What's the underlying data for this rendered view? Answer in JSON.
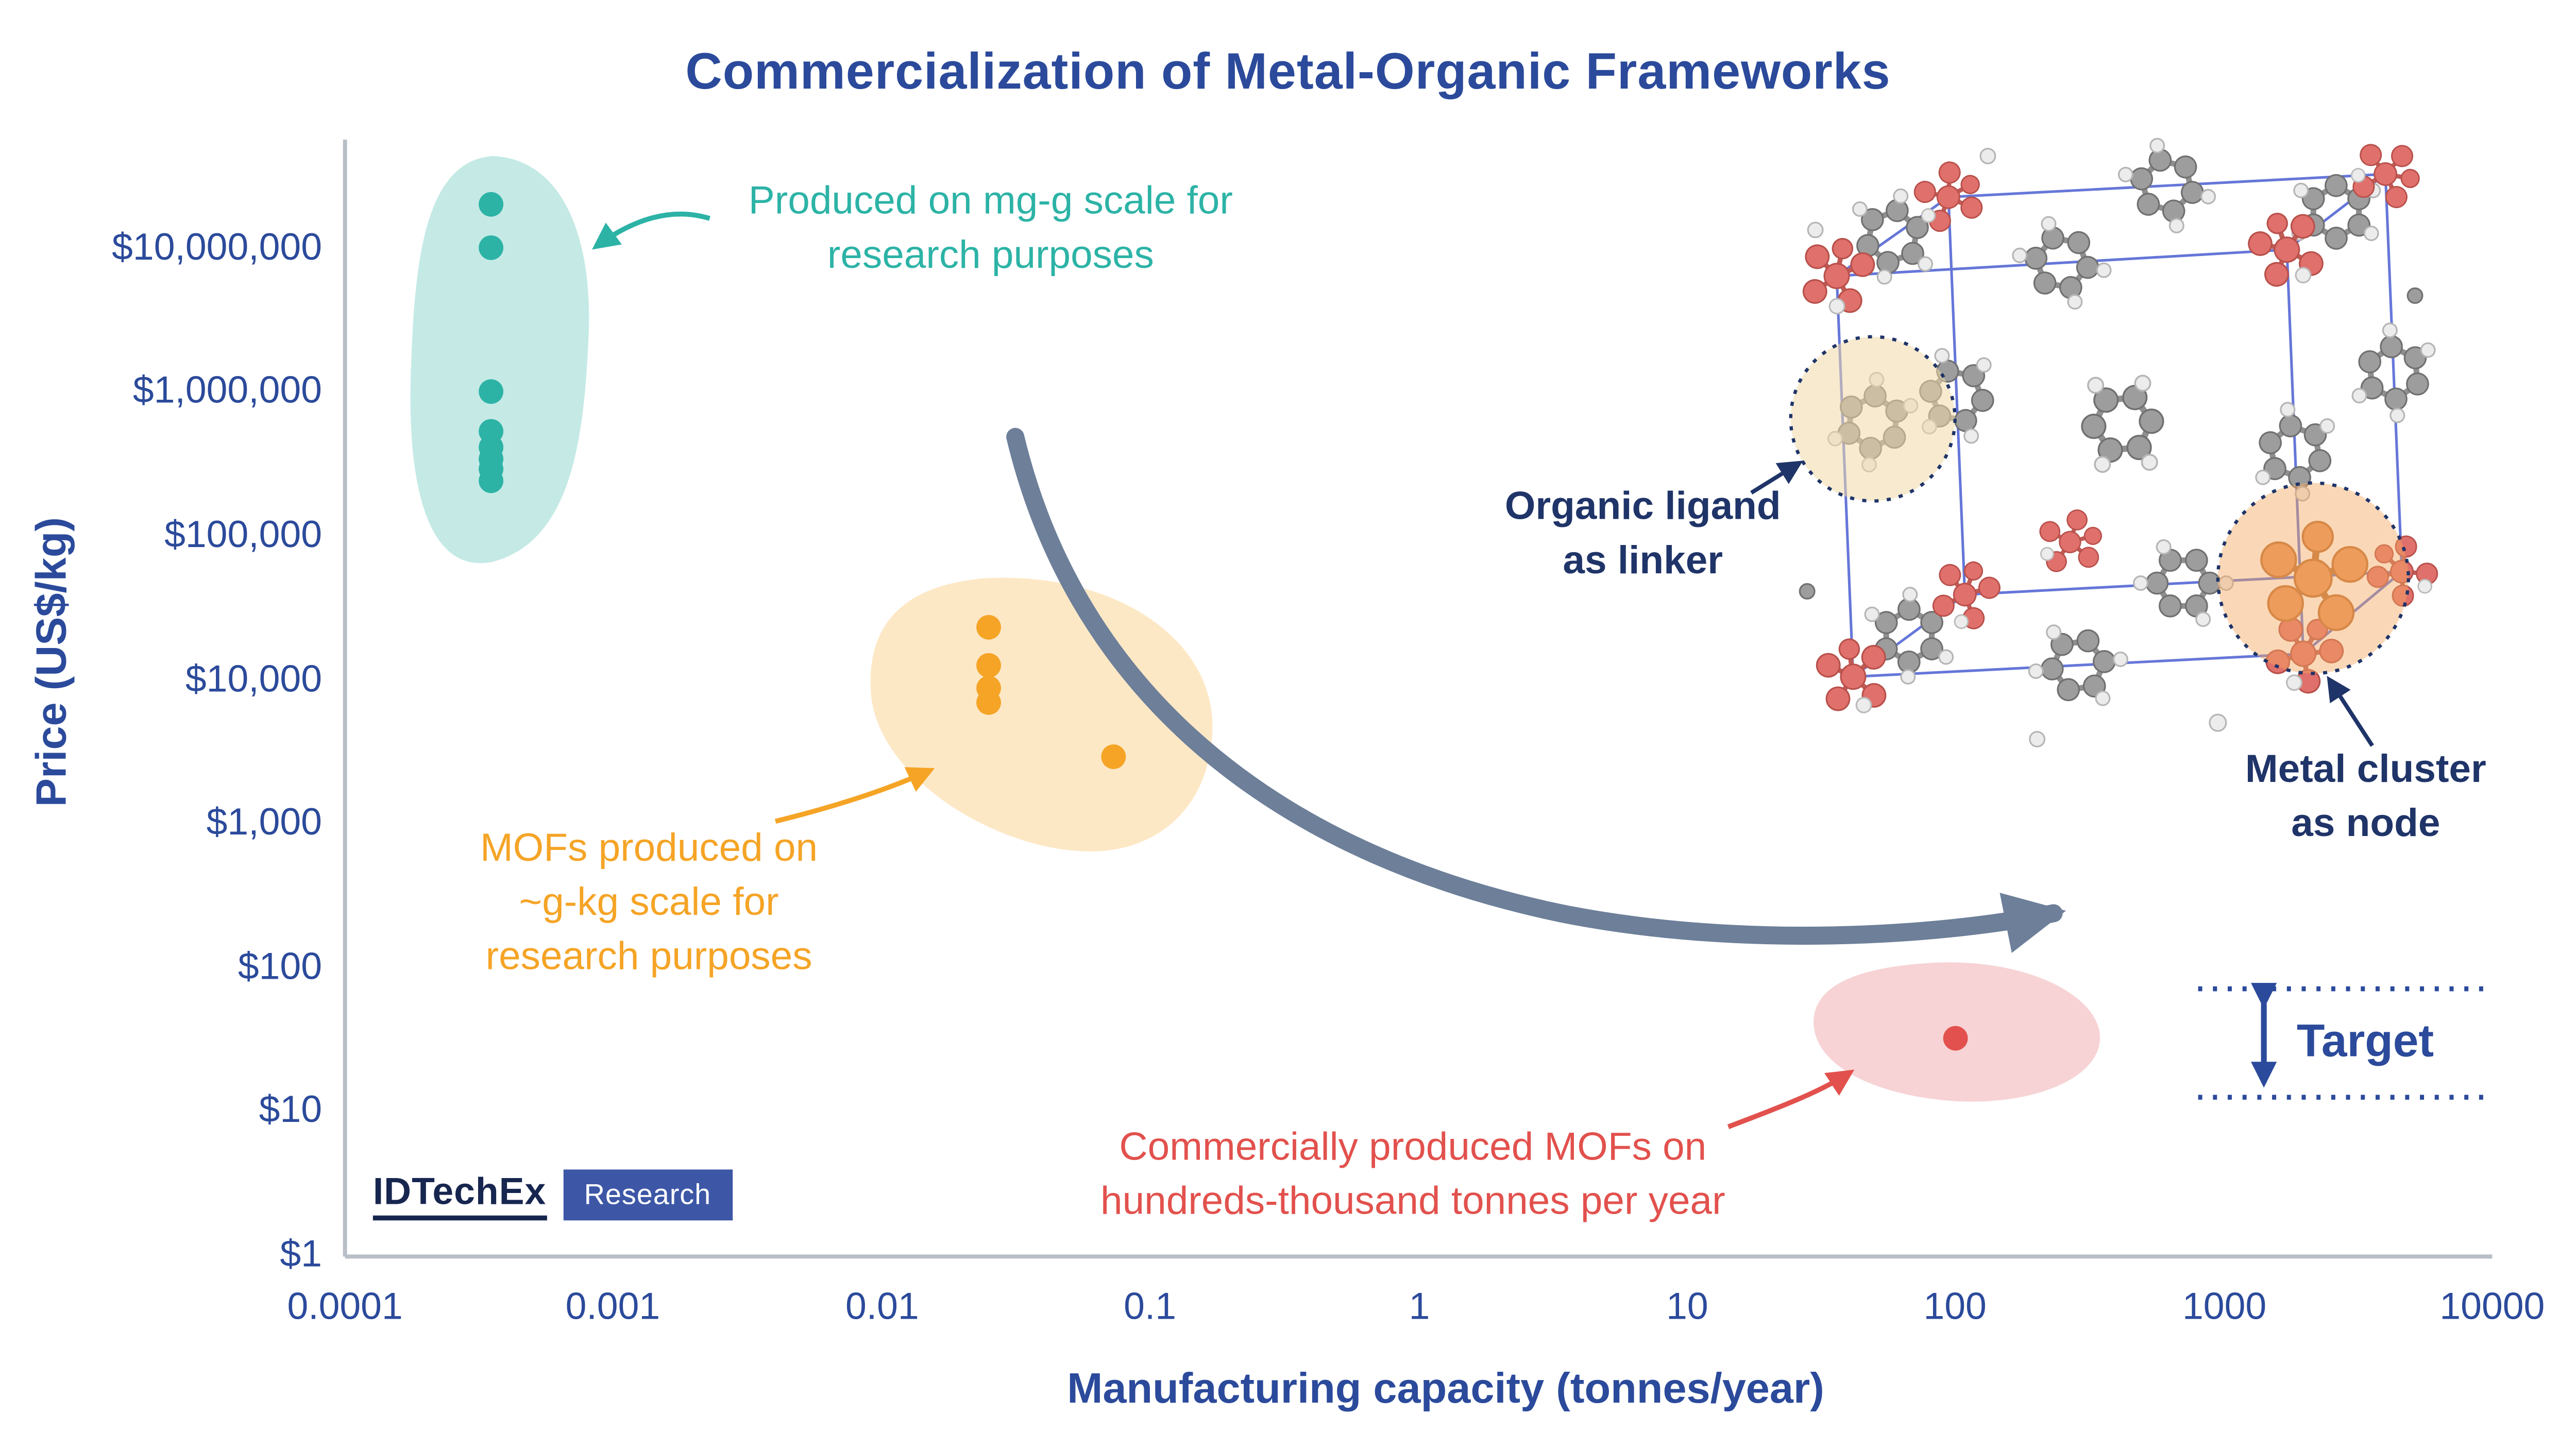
{
  "title": "Commercialization of Metal-Organic Frameworks",
  "chart_data": {
    "type": "scatter",
    "title": "Commercialization of Metal-Organic Frameworks",
    "xlabel": "Manufacturing capacity (tonnes/year)",
    "ylabel": "Price (US$/kg)",
    "x_scale": "log",
    "y_scale": "log",
    "xlim": [
      0.0001,
      10000
    ],
    "ylim": [
      1,
      50000000
    ],
    "grid": false,
    "x_ticks": [
      "0.0001",
      "0.001",
      "0.01",
      "0.1",
      "1",
      "10",
      "100",
      "1000",
      "10000"
    ],
    "y_ticks": [
      "$10,000,000",
      "$1,000,000",
      "$100,000",
      "$10,000",
      "$1,000",
      "$100",
      "$10",
      "$1"
    ],
    "series": [
      {
        "name": "Produced on mg-g scale for research purposes",
        "color": "#2cb3a6",
        "points": [
          [
            0.00035,
            20000000
          ],
          [
            0.00035,
            10000000
          ],
          [
            0.00035,
            1000000
          ],
          [
            0.00035,
            530000
          ],
          [
            0.00035,
            410000
          ],
          [
            0.00035,
            340000
          ],
          [
            0.00035,
            290000
          ],
          [
            0.00035,
            240000
          ]
        ]
      },
      {
        "name": "MOFs produced on ~g-kg scale for research purposes",
        "color": "#f5a426",
        "points": [
          [
            0.025,
            23000
          ],
          [
            0.025,
            12500
          ],
          [
            0.025,
            8700
          ],
          [
            0.025,
            6900
          ],
          [
            0.073,
            2900
          ]
        ]
      },
      {
        "name": "Commercially produced MOFs on hundreds-thousand tonnes per year",
        "color": "#e2514d",
        "points": [
          [
            100,
            32
          ]
        ]
      }
    ],
    "trend_arrow": {
      "description": "Price falls as manufacturing capacity increases",
      "from": [
        0.012,
        800000
      ],
      "to": [
        300,
        150
      ]
    },
    "target_band": {
      "label": "Target",
      "price_range_usd_per_kg": [
        12,
        70
      ]
    }
  },
  "annotations": {
    "teal_line1": "Produced on mg-g scale for",
    "teal_line2": "research purposes",
    "orange_line1": "MOFs produced on",
    "orange_line2": "~g-kg scale for",
    "orange_line3": "research purposes",
    "red_line1": "Commercially produced MOFs on",
    "red_line2": "hundreds-thousand tonnes per year",
    "ligand_line1": "Organic ligand",
    "ligand_line2": "as linker",
    "metal_line1": "Metal cluster",
    "metal_line2": "as node",
    "target_label": "Target"
  },
  "branding": {
    "logo_text": "IDTechEx",
    "badge_text": "Research"
  },
  "colors": {
    "navy": "#2b4a9b",
    "teal": "#2cb3a6",
    "orange": "#f5a426",
    "red": "#e2514d",
    "trend_gray": "#6d7f99"
  }
}
